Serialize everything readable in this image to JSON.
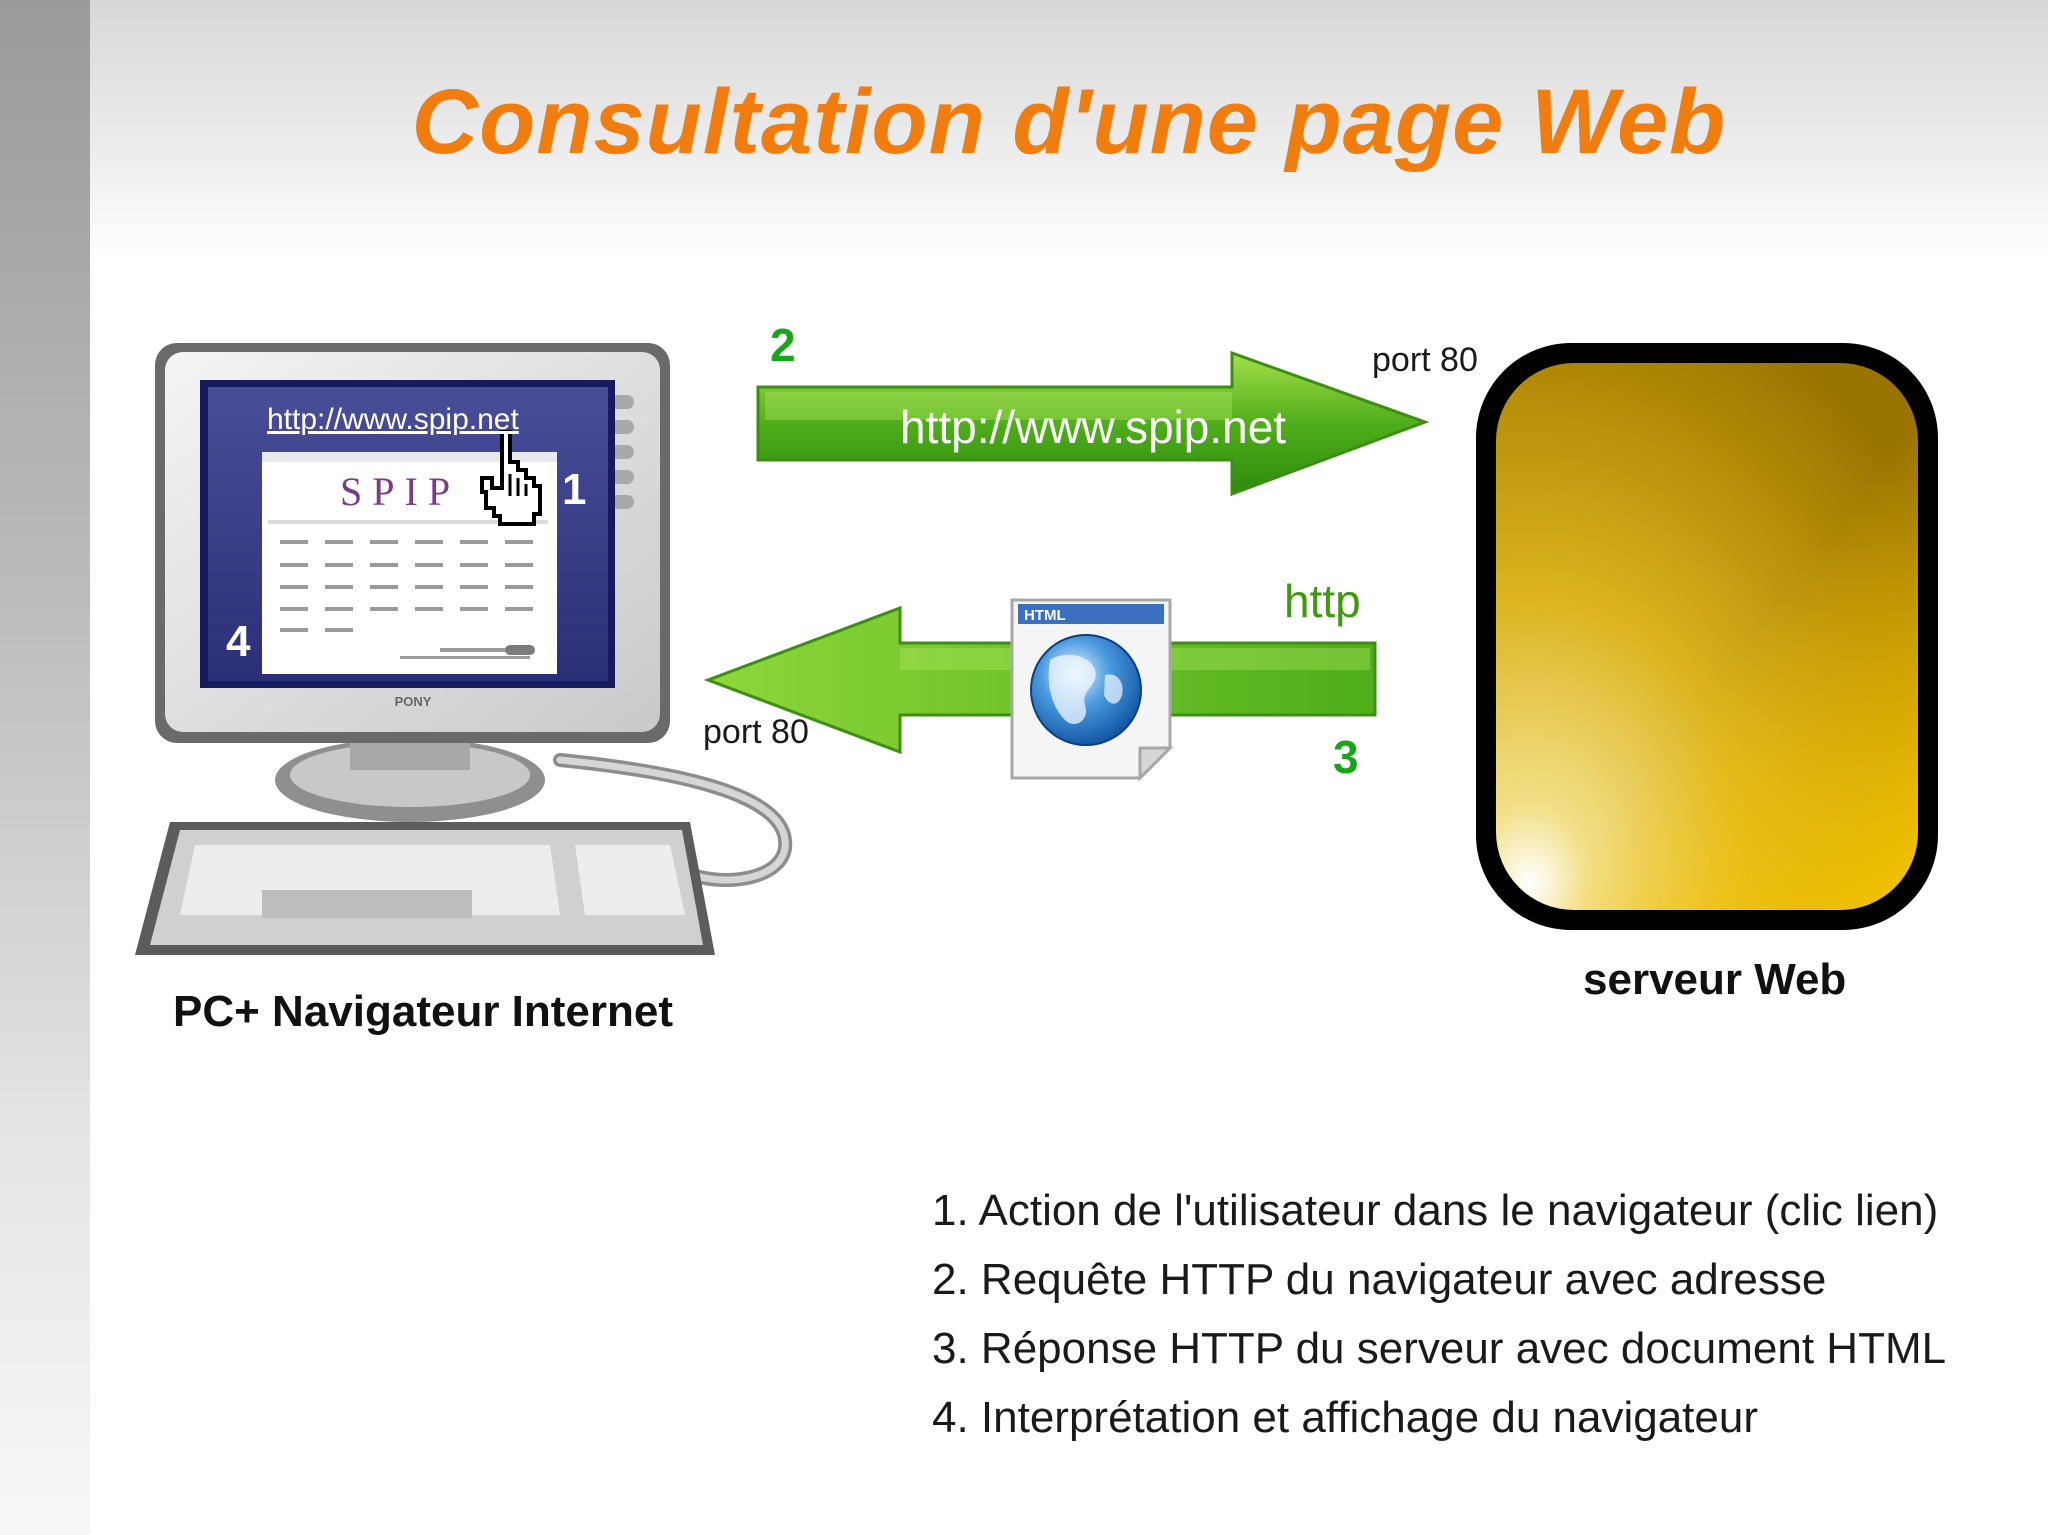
{
  "slide": {
    "title": "Consultation d'une page Web"
  },
  "client": {
    "label": "PC+ Navigateur Internet",
    "browser_url": "http://www.spip.net",
    "screen_step_1": "1",
    "screen_step_4": "4",
    "monitor_brand": "PONY",
    "site_logo_text": "SPIP"
  },
  "server": {
    "label": "serveur Web",
    "color_top": "#9a7400",
    "color_bottom": "#ffcc00"
  },
  "request_arrow": {
    "step": "2",
    "text": "http://www.spip.net",
    "port": "port 80",
    "color": "#4fae1a"
  },
  "response_arrow": {
    "step": "3",
    "protocol": "http",
    "port": "port 80",
    "document_badge": "HTML",
    "color": "#4fae1a"
  },
  "steps": [
    "1. Action de l'utilisateur dans le navigateur (clic lien)",
    "2. Requête HTTP du navigateur avec adresse",
    "3. Réponse HTTP du serveur avec document HTML",
    "4. Interprétation et affichage du navigateur"
  ],
  "icons": [
    "computer-icon",
    "pointing-hand-cursor-icon",
    "html-document-icon",
    "globe-icon",
    "server-icon"
  ]
}
